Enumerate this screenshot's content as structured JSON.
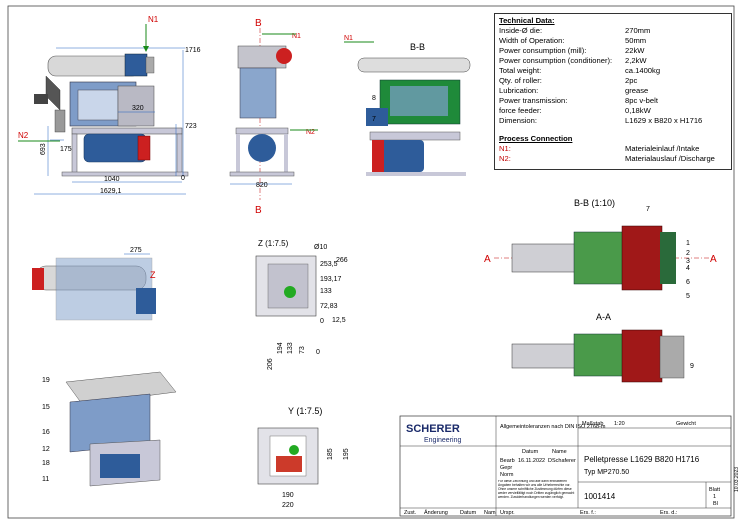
{
  "tech_data": {
    "title": "Technical Data:",
    "rows": [
      {
        "k": "Inside-Ø die:",
        "v": "270mm"
      },
      {
        "k": "Width of Operation:",
        "v": "50mm"
      },
      {
        "k": "Power consumption (mill):",
        "v": "22kW"
      },
      {
        "k": "Power consumption (conditioner):",
        "v": "2,2kW"
      },
      {
        "k": "Total weight:",
        "v": "ca.1400kg"
      },
      {
        "k": "Qty. of roller:",
        "v": "2pc"
      },
      {
        "k": "Lubrication:",
        "v": "grease"
      },
      {
        "k": "Power transmission:",
        "v": "8pc v-belt"
      },
      {
        "k": "force feeder:",
        "v": "0,18kW"
      },
      {
        "k": "Dimension:",
        "v": "L1629 x B820 x H1716"
      }
    ],
    "process_title": "Process Connection",
    "process": [
      {
        "k": "N1:",
        "v": "Materialeinlauf /Intake"
      },
      {
        "k": "N2:",
        "v": "Materialauslauf /Discharge"
      }
    ]
  },
  "views": {
    "bb": "B-B",
    "bb_detail": "B-B (1:10)",
    "aa": "A-A",
    "z": "Z (1:7.5)",
    "y": "Y (1:7.5)"
  },
  "labels": {
    "n1": "N1",
    "n2": "N2",
    "b": "B",
    "a": "A",
    "z": "Z"
  },
  "dims": {
    "front": [
      "1716",
      "723",
      "320",
      "175",
      "693",
      "0",
      "1040",
      "1629,1"
    ],
    "side": [
      "820"
    ],
    "top": [
      "275"
    ],
    "z": [
      "Ø10",
      "266",
      "253,5",
      "193,17",
      "133",
      "72,83",
      "0",
      "12,5",
      "206",
      "194",
      "133",
      "73",
      "0"
    ],
    "y": [
      "185",
      "195",
      "190",
      "220"
    ]
  },
  "balloons_bb": [
    "8",
    "7"
  ],
  "balloons_detail": [
    "7",
    "1",
    "2",
    "3",
    "4",
    "5",
    "6",
    "9"
  ],
  "balloons_iso": [
    "19",
    "15",
    "16",
    "12",
    "18",
    "11"
  ],
  "title_block": {
    "logo_top": "SCHERER",
    "logo_bottom": "Engineering",
    "tolerance": "Allgemeintoleranzen nach DIN ISO 2768-m",
    "massstab_label": "Maßstab",
    "massstab": "1:20",
    "gewicht_label": "Gewicht",
    "datum_label": "Datum",
    "name_label": "Name",
    "bearb": "Bearb",
    "bearb_date": "16.11.2022",
    "bearb_name": "DSchaferer",
    "gepr": "Gepr",
    "norm": "Norm",
    "title1": "Pelletpresse L1629 B820 H1716",
    "title2": "Typ MP270.50",
    "drawing_no": "1001414",
    "blatt": "Blatt",
    "blatt_no": "1",
    "bl": "Bl",
    "zust": "Zust.",
    "aenderung": "Änderung",
    "datum2": "Datum",
    "name2": "Nam",
    "urspr": "Urspr.",
    "ers_f": "Ers. f.:",
    "ers_d": "Ers. d.:",
    "note": "Für diese Zeichnung und alle darin enthaltenen Angaben behalten wir uns alle Urheberrechte vor. Ohne unsere schriftliche Zustimmung dürfen diese weder vervielfältigt noch Dritten zugänglich gemacht werden. Zuwiderhandlungen werden verfolgt.",
    "side_date": "10.03.2023"
  }
}
